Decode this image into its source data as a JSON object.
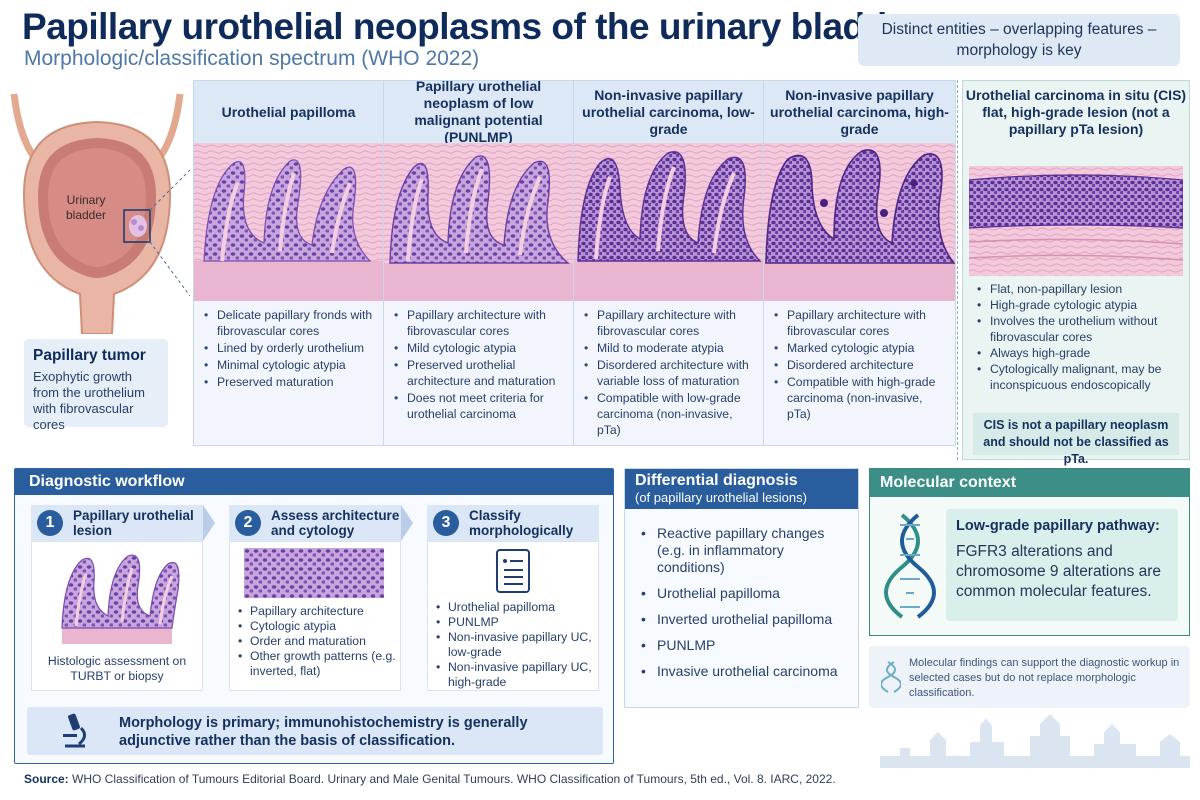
{
  "header": {
    "title": "Papillary urothelial neoplasms of the urinary bladder",
    "subtitle": "Morphologic/classification spectrum (WHO 2022)",
    "tagline": "Distinct entities – overlapping features – morphology is key"
  },
  "bladder": {
    "label": "Urinary bladder",
    "tumor_title": "Papillary tumor",
    "tumor_desc": "Exophytic growth from the urothelium with fibrovascular cores"
  },
  "spectrum": [
    {
      "heading": "Urothelial papilloma",
      "bullets": [
        "Delicate papillary fronds with fibrovascular cores",
        "Lined by orderly urothelium",
        "Minimal cytologic atypia",
        "Preserved maturation"
      ]
    },
    {
      "heading": "Papillary urothelial neoplasm of low malignant potential (PUNLMP)",
      "bullets": [
        "Papillary architecture with fibrovascular cores",
        "Mild cytologic atypia",
        "Preserved urothelial architecture and maturation",
        "Does not meet criteria for urothelial carcinoma"
      ]
    },
    {
      "heading": "Non-invasive papillary urothelial carcinoma, low-grade",
      "bullets": [
        "Papillary architecture with fibrovascular cores",
        "Mild to moderate atypia",
        "Disordered architecture with variable loss of maturation",
        "Compatible with low-grade carcinoma (non-invasive, pTa)"
      ]
    },
    {
      "heading": "Non-invasive papillary urothelial carcinoma, high-grade",
      "bullets": [
        "Papillary architecture with fibrovascular cores",
        "Marked cytologic atypia",
        "Disordered architecture",
        "Compatible with high-grade carcinoma (non-invasive, pTa)"
      ]
    }
  ],
  "cis": {
    "heading": "Urothelial carcinoma in situ (CIS) flat, high-grade lesion (not a papillary pTa lesion)",
    "bullets": [
      "Flat, non-papillary lesion",
      "High-grade cytologic atypia",
      "Involves the urothelium without fibrovascular cores",
      "Always high-grade",
      "Cytologically malignant, may be inconspicuous endoscopically"
    ],
    "note": "CIS is not a papillary neoplasm and should not be classified as pTa."
  },
  "workflow": {
    "title": "Diagnostic workflow",
    "steps": [
      {
        "num": "1",
        "label": "Papillary urothelial lesion",
        "caption": "Histologic assessment on TURBT or biopsy"
      },
      {
        "num": "2",
        "label": "Assess architecture and cytology",
        "bullets": [
          "Papillary architecture",
          "Cytologic atypia",
          "Order and maturation",
          "Other growth patterns (e.g. inverted, flat)"
        ]
      },
      {
        "num": "3",
        "label": "Classify morphologically",
        "bullets": [
          "Urothelial papilloma",
          "PUNLMP",
          "Non-invasive papillary UC, low-grade",
          "Non-invasive papillary UC, high-grade"
        ]
      }
    ],
    "note": "Morphology is primary; immunohistochemistry is generally adjunctive rather than the basis of classification."
  },
  "differential": {
    "title": "Differential diagnosis",
    "subtitle": "(of papillary urothelial lesions)",
    "items": [
      "Reactive papillary changes (e.g. in inflammatory conditions)",
      "Urothelial papilloma",
      "Inverted urothelial papilloma",
      "PUNLMP",
      "Invasive urothelial carcinoma"
    ]
  },
  "molecular": {
    "title": "Molecular context",
    "card_title": "Low-grade papillary pathway:",
    "card_text": "FGFR3 alterations and chromosome 9 alterations are common molecular features.",
    "note": "Molecular findings can support the diagnostic workup in selected cases but do not replace morphologic classification."
  },
  "source": {
    "label": "Source:",
    "text": " WHO Classification of Tumours Editorial Board. Urinary and Male Genital Tumours. WHO Classification of Tumours, 5th ed., Vol. 8. IARC, 2022."
  },
  "colors": {
    "navy": "#0f2b5c",
    "blue": "#2a5d9d",
    "teal": "#3c8f86",
    "tissue_pink": "#f3c9dc",
    "nuclei_purple": "#7a4bb0"
  }
}
